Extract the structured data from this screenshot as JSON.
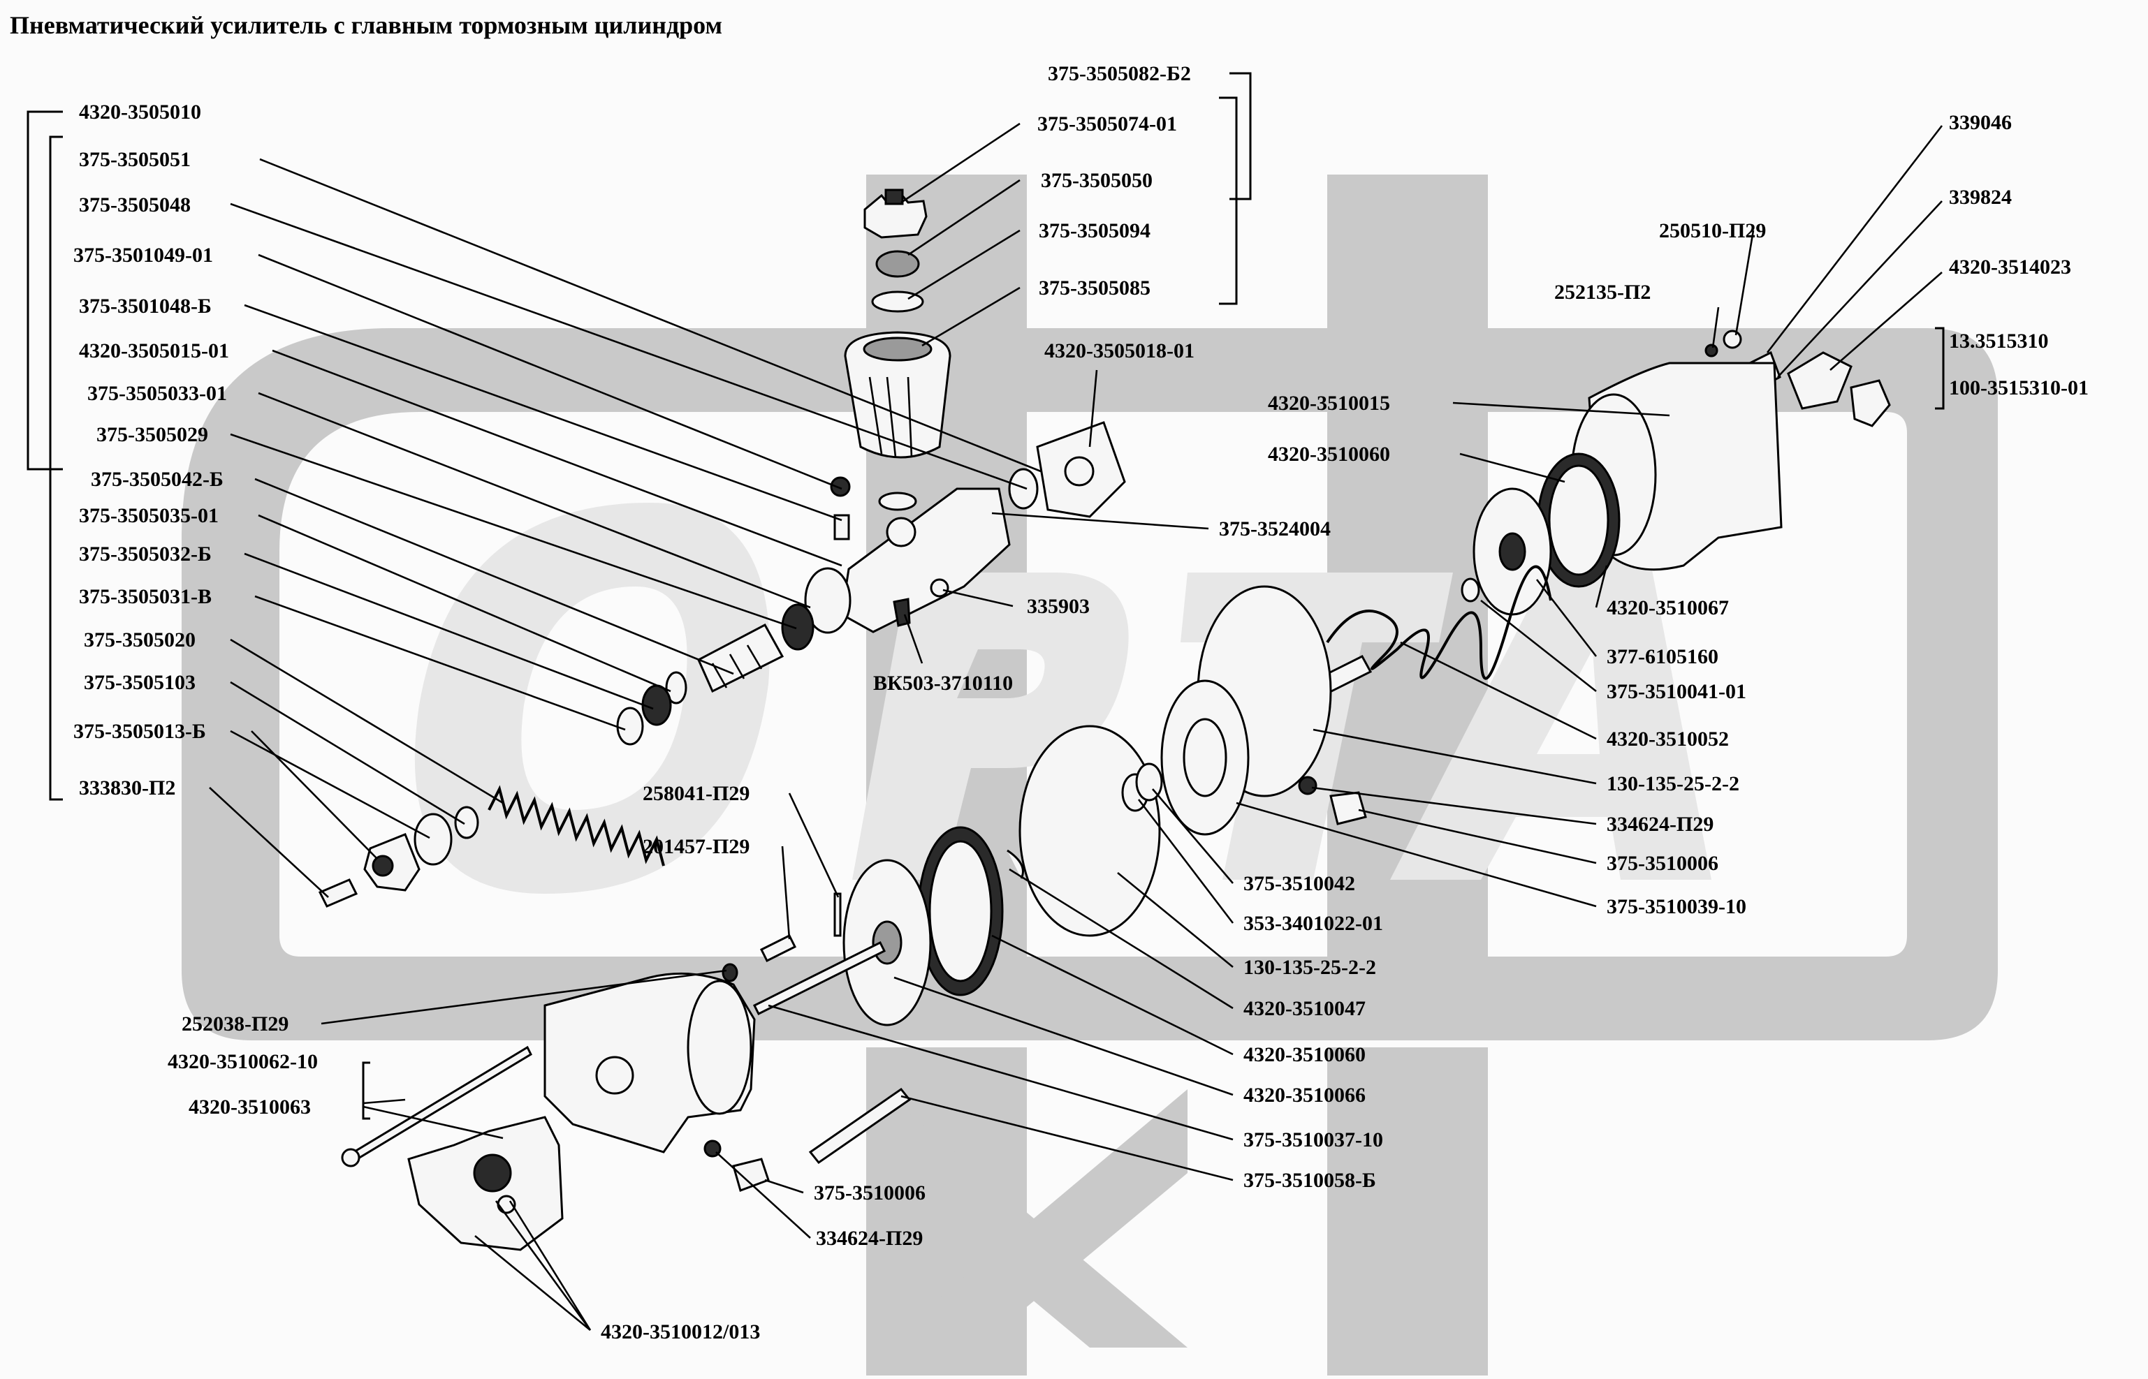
{
  "title": "Пневматический усилитель с главным тормозным цилиндром",
  "labels": {
    "p4320_3505010": "4320-3505010",
    "p375_3505051": "375-3505051",
    "p375_3505048": "375-3505048",
    "p375_3501049_01": "375-3501049-01",
    "p375_3501048_b": "375-3501048-Б",
    "p4320_3505015_01": "4320-3505015-01",
    "p375_3505033_01": "375-3505033-01",
    "p375_3505029": "375-3505029",
    "p375_3505042_b": "375-3505042-Б",
    "p375_3505035_01": "375-3505035-01",
    "p375_3505032_b": "375-3505032-Б",
    "p375_3505031_v": "375-3505031-В",
    "p375_3505020": "375-3505020",
    "p375_3505103": "375-3505103",
    "p375_3505013_b": "375-3505013-Б",
    "p333830_p2": "333830-П2",
    "p375_3505082_b2": "375-3505082-Б2",
    "p375_3505074_01": "375-3505074-01",
    "p375_3505050": "375-3505050",
    "p375_3505094": "375-3505094",
    "p375_3505085": "375-3505085",
    "p4320_3505018_01": "4320-3505018-01",
    "p375_3524004": "375-3524004",
    "p335903": "335903",
    "p_vk503": "ВК503-3710110",
    "p258041_p29": "258041-П29",
    "p201457_p29": "201457-П29",
    "p252038_p29": "252038-П29",
    "p4320_3510062_10": "4320-3510062-10",
    "p4320_3510063": "4320-3510063",
    "p375_3510006_bottom": "375-3510006",
    "p334624_p29_bottom": "334624-П29",
    "p4320_3510012_013": "4320-3510012/013",
    "p339046": "339046",
    "p339824": "339824",
    "p250510_p29": "250510-П29",
    "p252135_p2": "252135-П2",
    "p4320_3514023": "4320-3514023",
    "p13_3515310": "13.3515310",
    "p100_3515310_01": "100-3515310-01",
    "p4320_3510015": "4320-3510015",
    "p4320_3510060_top": "4320-3510060",
    "p4320_3510067": "4320-3510067",
    "p377_6105160": "377-6105160",
    "p375_3510041_01": "375-3510041-01",
    "p4320_3510052": "4320-3510052",
    "p130_135_25_2_2_a": "130-135-25-2-2",
    "p334624_p29_right": "334624-П29",
    "p375_3510006_right": "375-3510006",
    "p375_3510039_10": "375-3510039-10",
    "p375_3510042": "375-3510042",
    "p353_3401022_01": "353-3401022-01",
    "p130_135_25_2_2_b": "130-135-25-2-2",
    "p4320_3510047": "4320-3510047",
    "p4320_3510060_bottom": "4320-3510060",
    "p4320_3510066": "4320-3510066",
    "p375_3510037_10": "375-3510037-10",
    "p375_3510058_b": "375-3510058-Б"
  }
}
